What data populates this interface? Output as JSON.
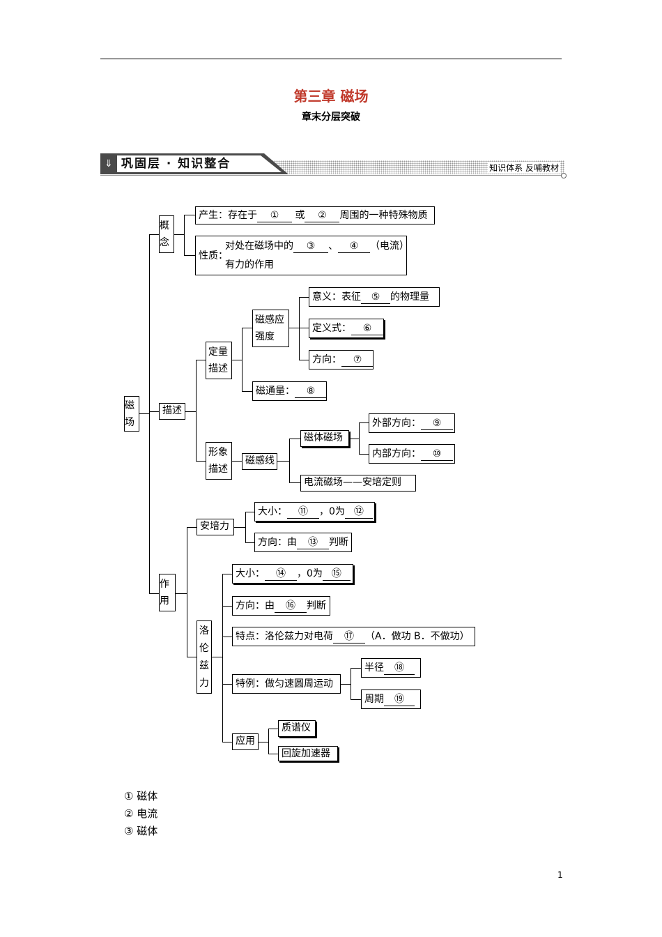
{
  "header": {
    "title": "第三章  磁场",
    "subtitle": "章末分层突破"
  },
  "banner": {
    "section": "巩固层 · 知识整合",
    "arrow": "⇓",
    "right": "知识体系  反哺教材"
  },
  "map": {
    "root": "磁场",
    "concept": {
      "label": "概念",
      "produce": {
        "pre": "产生：存在于",
        "b1": "①",
        "mid": "或",
        "b2": "②",
        "post": "周围的一种特殊物质"
      },
      "nature": {
        "pre": "性质：",
        "line1a": "对处在磁场中的",
        "b3": "③",
        "sep": "、",
        "b4": "④",
        "paren": "（电流）",
        "line2": "有力的作用"
      }
    },
    "describe": {
      "label": "描述",
      "quant": {
        "label": "定量描述",
        "b": {
          "label": "磁感应强度",
          "meaning": {
            "pre": "意义：表征",
            "b5": "⑤",
            "post": "的物理量"
          },
          "definition": {
            "pre": "定义式：",
            "b6": "⑥"
          },
          "direction": {
            "pre": "方向：",
            "b7": "⑦"
          }
        },
        "flux": {
          "pre": "磁通量：",
          "b8": "⑧"
        }
      },
      "image": {
        "label": "形象描述",
        "lines": "磁感线",
        "magnet_field": "磁体磁场",
        "outer": {
          "pre": "外部方向：",
          "b9": "⑨"
        },
        "inner": {
          "pre": "内部方向：",
          "b10": "⑩"
        },
        "current_field": "电流磁场——安培定则"
      }
    },
    "effect": {
      "label": "作用",
      "ampere": {
        "label": "安培力",
        "size": {
          "pre": "大小：",
          "b11": "⑪",
          "mid": "，0为",
          "b12": "⑫"
        },
        "dir": {
          "pre": "方向：由",
          "b13": "⑬",
          "post": "判断"
        }
      },
      "lorentz": {
        "label": "洛伦兹力",
        "size": {
          "pre": "大小：",
          "b14": "⑭",
          "mid": "，0为",
          "b15": "⑮"
        },
        "dir": {
          "pre": "方向：由",
          "b16": "⑯",
          "post": "判断"
        },
        "feature": {
          "pre": "特点：洛伦兹力对电荷",
          "b17": "⑰",
          "post": "（A．做功  B．不做功）"
        },
        "special": {
          "label": "特例：做匀速圆周运动",
          "radius_pre": "半径",
          "b18": "⑱",
          "period_pre": "周期",
          "b19": "⑲"
        },
        "apply": {
          "label": "应用",
          "a1": "质谱仪",
          "a2": "回旋加速器"
        }
      }
    }
  },
  "answers": [
    "① 磁体",
    "② 电流",
    "③ 磁体"
  ],
  "page_number": "1"
}
